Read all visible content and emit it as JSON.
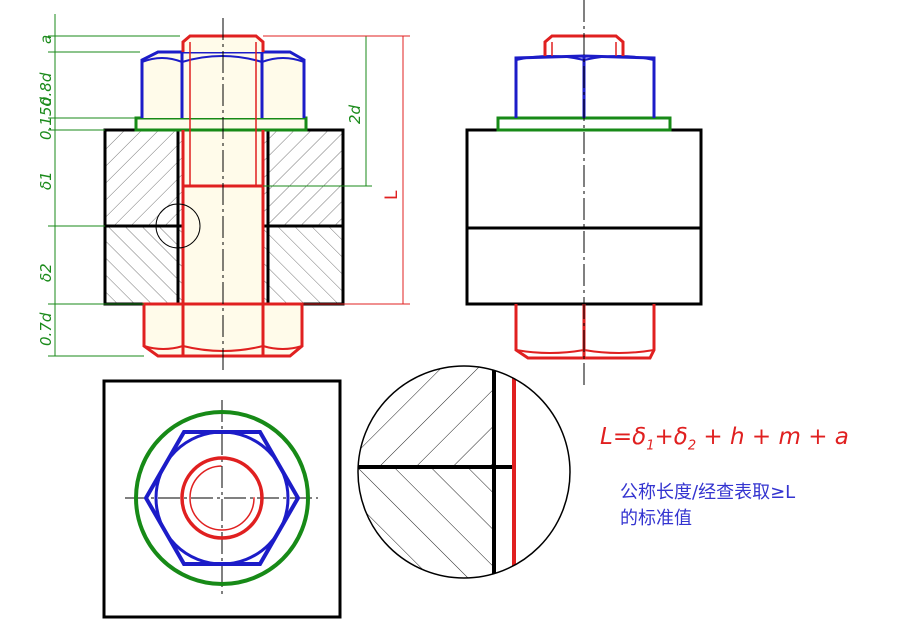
{
  "dimensions": {
    "a": "a",
    "d08": "0.8d",
    "d015": "0.15d",
    "delta1": "δ1",
    "delta2": "δ2",
    "d07": "0.7d",
    "d2": "2d",
    "L": "L"
  },
  "formula": {
    "L": "L",
    "eq": "=",
    "delta": "δ",
    "sub1": "1",
    "plus1": "+",
    "sub2": "2",
    "rest": "+ h + m + a"
  },
  "note": {
    "line1": "公称长度/经查表取≥L",
    "line2": "的标准值"
  },
  "colors": {
    "bolt": "#e02020",
    "nut": "#1c1cc8",
    "washer": "#178a17",
    "plate": "#000000",
    "dimension": "#1a8a1a",
    "note": "#3434d0"
  }
}
